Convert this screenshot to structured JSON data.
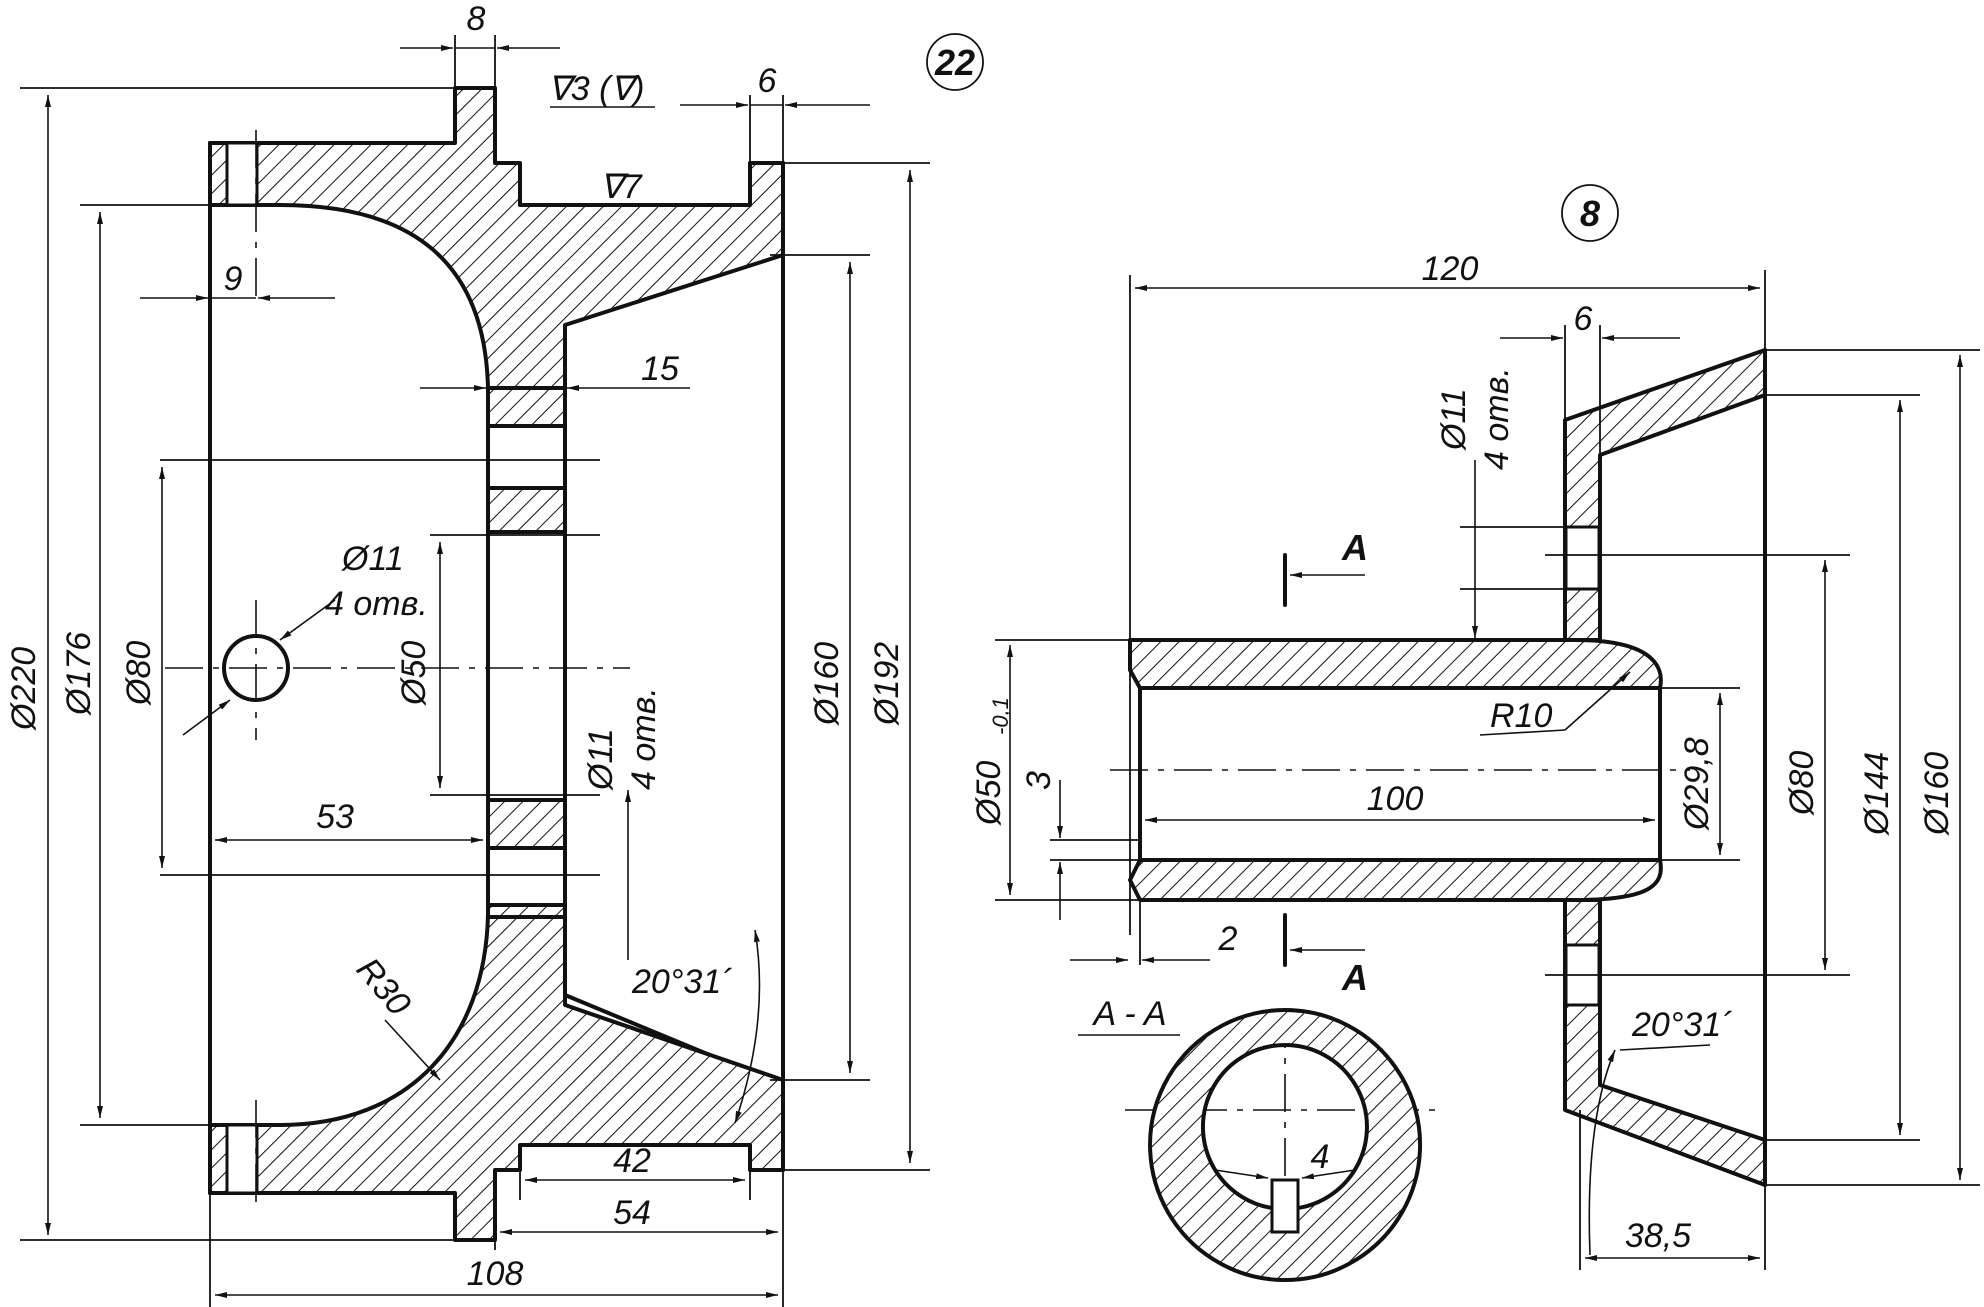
{
  "figures": [
    {
      "number": "22",
      "labels": {
        "d8": "8",
        "d6": "6",
        "rough3": "∇3 (∇)",
        "rough7": "∇7",
        "d9": "9",
        "d15": "15",
        "h1_dia": "Ø11",
        "h1_cnt": "4 отв.",
        "h2_dia": "Ø11",
        "h2_cnt": "4 отв.",
        "dia220": "Ø220",
        "dia176": "Ø176",
        "dia80": "Ø80",
        "dia50": "Ø50",
        "dia160": "Ø160",
        "dia192": "Ø192",
        "d53": "53",
        "r30": "R30",
        "angle": "20°31´",
        "d42": "42",
        "d54": "54",
        "d108": "108"
      }
    },
    {
      "number": "8",
      "labels": {
        "d120": "120",
        "d6": "6",
        "h_dia": "Ø11",
        "h_cnt": "4 отв.",
        "secA1": "A",
        "secA2": "A",
        "dia50": "Ø50",
        "tol": "-0,1",
        "d3": "3",
        "r10": "R10",
        "d100": "100",
        "dia29": "Ø29,8",
        "dia80": "Ø80",
        "dia144": "Ø144",
        "dia160": "Ø160",
        "d2": "2",
        "section": "A - A",
        "angle": "20°31´",
        "d4": "4",
        "d385": "38,5"
      }
    }
  ]
}
